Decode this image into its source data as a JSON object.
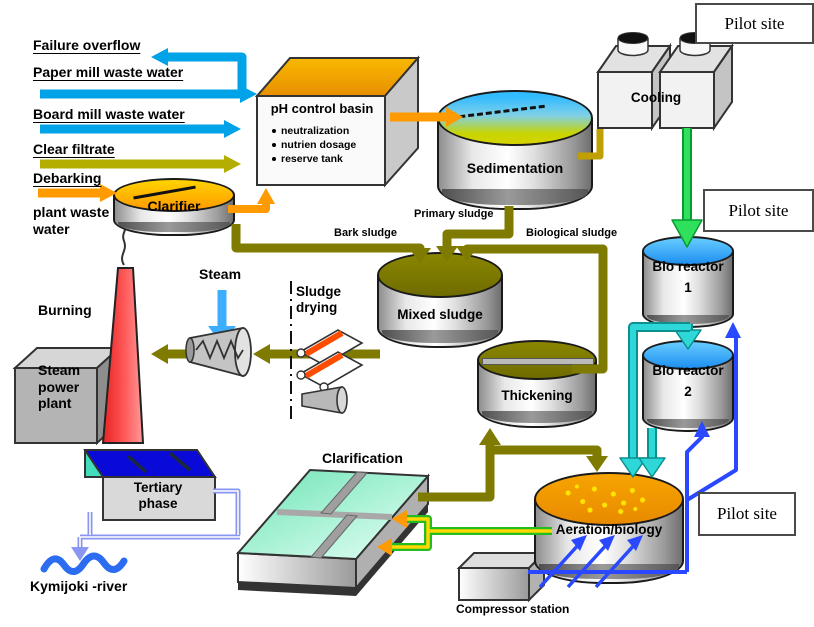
{
  "source_labels": {
    "failure_overflow": "Failure overflow",
    "paper_mill": "Paper mill waste water",
    "board_mill": "Board mill waste water",
    "clear_filtrate": "Clear filtrate",
    "debarking": "Debarking",
    "plant_waste_1": "plant waste",
    "plant_waste_2": "water"
  },
  "ph_basin": {
    "title": "pH control basin",
    "bullets": [
      "neutralization",
      "nutrien dosage",
      "reserve tank"
    ]
  },
  "tanks": {
    "clarifier": "Clarifier",
    "sedimentation": "Sedimentation",
    "mixed_sludge": "Mixed sludge",
    "thickening": "Thickening",
    "bio1_line1": "Bio reactor",
    "bio1_line2": "1",
    "bio2_line1": "Bio reactor",
    "bio2_line2": "2",
    "aeration": "Aeration/biology"
  },
  "units": {
    "cooling": "Cooling",
    "steam": "Steam",
    "burning": "Burning",
    "plant_1": "Steam",
    "plant_2": "power",
    "plant_3": "plant",
    "drying_1": "Sludge",
    "drying_2": "drying",
    "tertiary_1": "Tertiary",
    "tertiary_2": "phase",
    "clarification": "Clarification",
    "compressor": "Compressor station",
    "river": "Kymijoki -river"
  },
  "stream_labels": {
    "bark_sludge": "Bark sludge",
    "primary_sludge": "Primary sludge",
    "biological_sludge": "Biological sludge"
  },
  "pilot_sites": [
    "Pilot site",
    "Pilot site",
    "Pilot site"
  ],
  "colors": {
    "water_blue": "#00a2e8",
    "filtrate_yellow": "#b3ae00",
    "orange": "#ff9a00",
    "sludge_olive": "#7f7b00",
    "cooling_green": "#2ee05c",
    "bioreactor_cyan": "#2fd8d8",
    "recycle_blue": "#2948ff",
    "clear_water_lightblue": "#8a97f2",
    "chimney_red": "#ff4040",
    "basin_green": "#7fe8c0"
  }
}
